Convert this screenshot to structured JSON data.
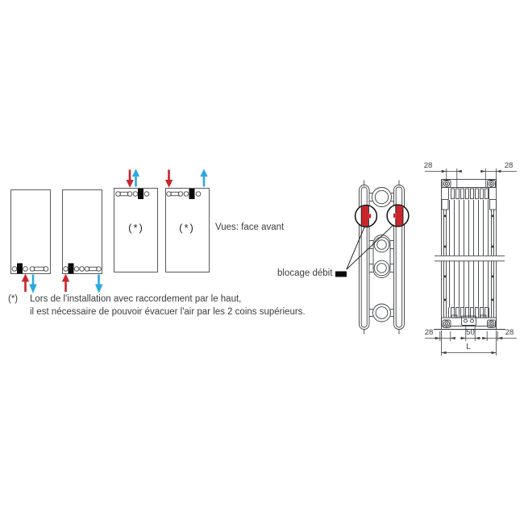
{
  "panels": {
    "view_caption": "Vues: face avant",
    "asterisk_marker": "(*)"
  },
  "footnote": {
    "marker": "(*)",
    "line1": "Lors de l'installation avec raccordement par le haut,",
    "line2": "il est nécessaire de pouvoir évacuer l'air par les 2 coins supérieurs."
  },
  "section_view": {
    "flow_block_label": "blocage débit"
  },
  "dimensions": {
    "top_left": "28",
    "top_right": "28",
    "bottom_left": "28",
    "bottom_center": "50",
    "bottom_right": "28",
    "overall_width": "L"
  },
  "colors": {
    "flow_in_red": "#c9252c",
    "flow_out_blue": "#2ba9e0",
    "line": "#3d3f42",
    "panel_line": "#56585b",
    "block_black": "#0a0a0a"
  }
}
